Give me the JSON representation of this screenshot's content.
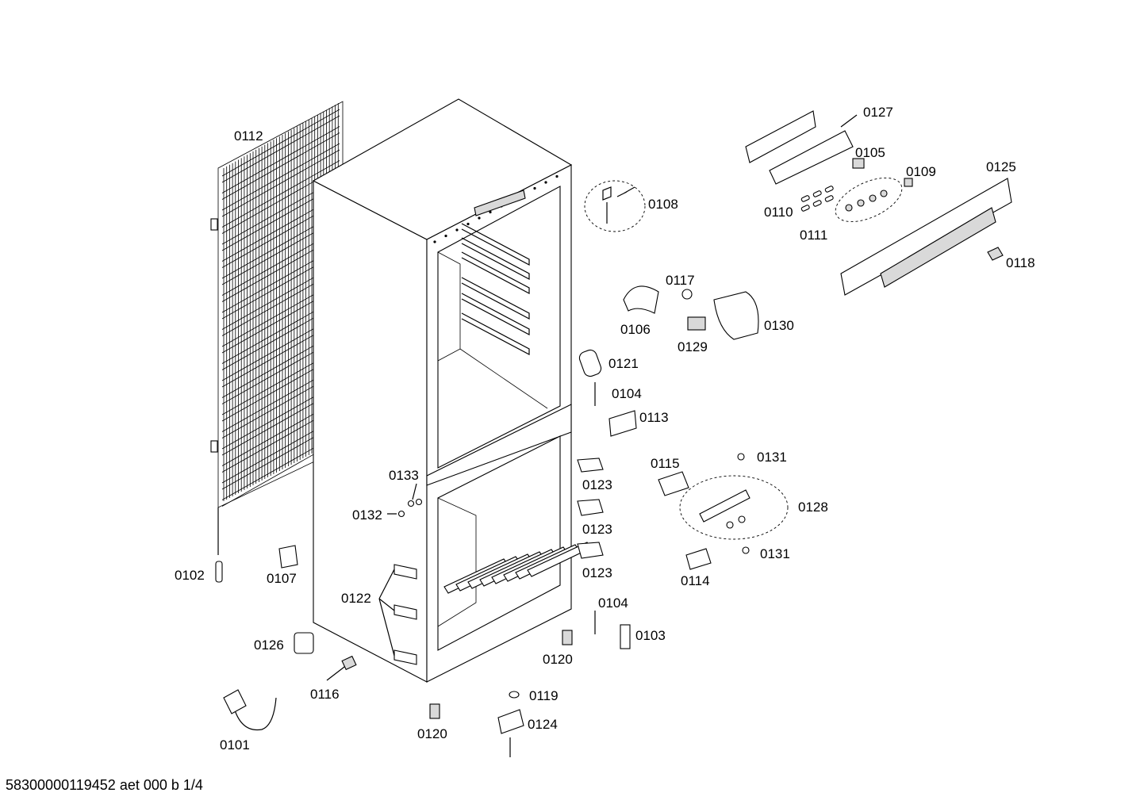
{
  "document_id": "58300000119452 aet 000 b 1/4",
  "part_labels": {
    "p0101": "0101",
    "p0102": "0102",
    "p0103": "0103",
    "p0104a": "0104",
    "p0104b": "0104",
    "p0105": "0105",
    "p0106": "0106",
    "p0107": "0107",
    "p0108": "0108",
    "p0109": "0109",
    "p0110": "0110",
    "p0111": "0111",
    "p0112": "0112",
    "p0113": "0113",
    "p0114": "0114",
    "p0115": "0115",
    "p0116": "0116",
    "p0117": "0117",
    "p0118": "0118",
    "p0119": "0119",
    "p0120a": "0120",
    "p0120b": "0120",
    "p0121": "0121",
    "p0122": "0122",
    "p0123a": "0123",
    "p0123b": "0123",
    "p0123c": "0123",
    "p0124": "0124",
    "p0125": "0125",
    "p0126": "0126",
    "p0127": "0127",
    "p0128": "0128",
    "p0129": "0129",
    "p0130": "0130",
    "p0131a": "0131",
    "p0131b": "0131",
    "p0132": "0132",
    "p0133": "0133"
  }
}
